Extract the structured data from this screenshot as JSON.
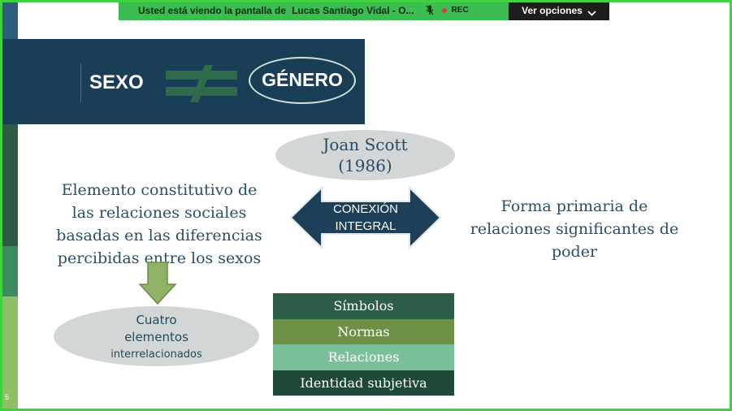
{
  "share_banner": {
    "prefix": "Usted está viendo la pantalla de",
    "presenter": "Lucas Santiago Vidal - O...",
    "rec_label": "REC",
    "options_label": "Ver opciones",
    "colors": {
      "banner": "#3bbd52",
      "options_bg": "#1e1e1e",
      "rec": "#e03a3a"
    }
  },
  "slide": {
    "number": "5",
    "title_left": "SEXO",
    "title_right": "GÉNERO",
    "neq_icon": "not-equal-icon",
    "author": [
      "Joan Scott",
      "(1986)"
    ],
    "left_definition": [
      "Elemento constitutivo de",
      "las relaciones sociales",
      "basadas en las diferencias",
      "percibidas entre los sexos"
    ],
    "connector": [
      "CONEXIÓN",
      "INTEGRAL"
    ],
    "right_definition": [
      "Forma primaria de",
      "relaciones significantes de",
      "poder"
    ],
    "four_elements": [
      "Cuatro",
      "elementos",
      "interrelacionados"
    ],
    "elements": [
      {
        "label": "Símbolos",
        "color": "#2f5e48"
      },
      {
        "label": "Normas",
        "color": "#6e8f48"
      },
      {
        "label": "Relaciones",
        "color": "#7cbf9c"
      },
      {
        "label": "Identidad subjetiva",
        "color": "#1f4a37"
      }
    ],
    "colors": {
      "title_band": "#1b3e57",
      "accent_green": "#2d6b4a",
      "arrow": "#1d4058",
      "down_arrow": "#8fb267"
    }
  }
}
